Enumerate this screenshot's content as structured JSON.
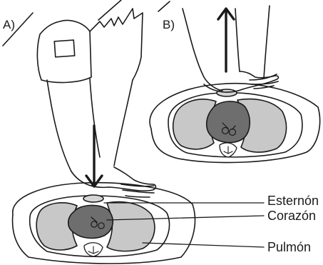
{
  "panels": {
    "a": {
      "label": "A)"
    },
    "b": {
      "label": "B)"
    }
  },
  "parts": {
    "sternum": "Esternón",
    "heart": "Corazón",
    "lung": "Pulmón"
  },
  "colors": {
    "line": "#1a1a1a",
    "lung": "#c8c8c8",
    "heart": "#6e6e6e",
    "sternum": "#d4d4d4",
    "background": "#ffffff"
  }
}
